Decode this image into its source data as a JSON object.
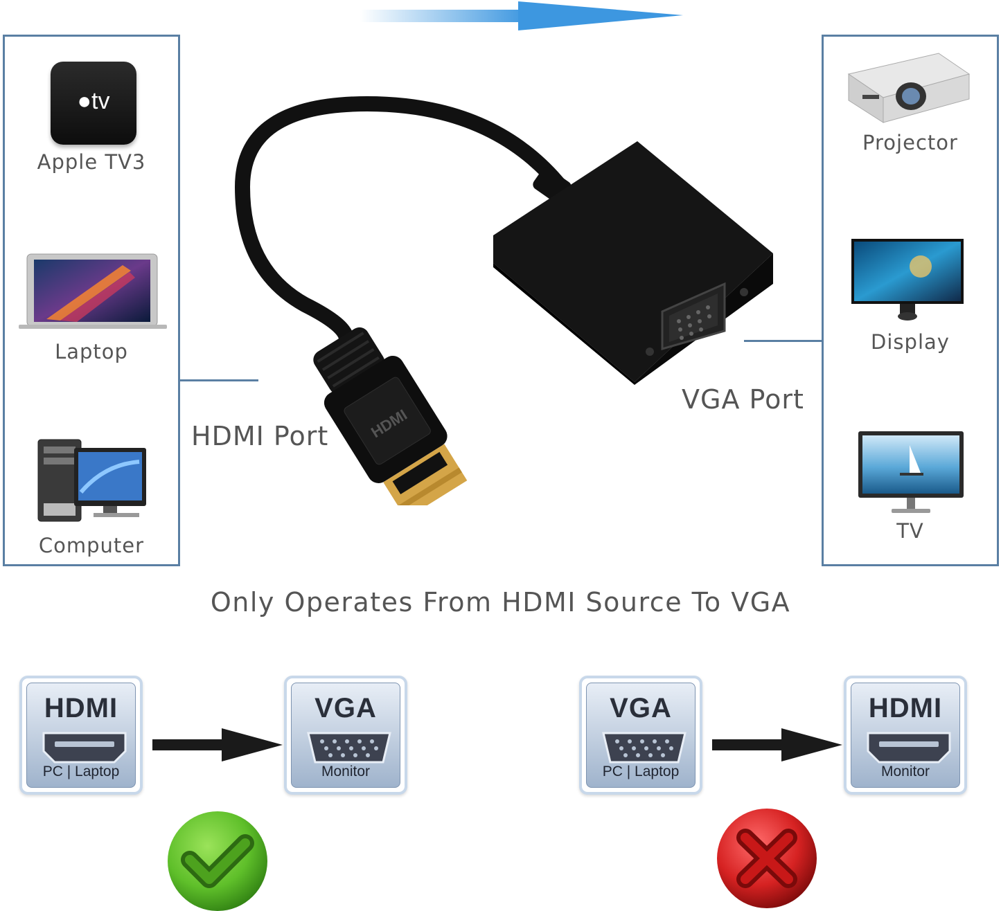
{
  "sources": {
    "items": [
      {
        "label": "Apple TV3",
        "logo_text": "tv"
      },
      {
        "label": "Laptop"
      },
      {
        "label": "Computer"
      }
    ],
    "port_label": "HDMI Port"
  },
  "displays": {
    "items": [
      {
        "label": "Projector"
      },
      {
        "label": "Display"
      },
      {
        "label": "TV"
      }
    ],
    "port_label": "VGA Port"
  },
  "caption": "Only Operates From HDMI Source To VGA",
  "adapter": {
    "hdmi_text": "HDMI"
  },
  "compatibility": [
    {
      "from": {
        "title": "HDMI",
        "sub": "PC | Laptop"
      },
      "to": {
        "title": "VGA",
        "sub": "Monitor"
      },
      "supported": true
    },
    {
      "from": {
        "title": "VGA",
        "sub": "PC | Laptop"
      },
      "to": {
        "title": "HDMI",
        "sub": "Monitor"
      },
      "supported": false
    }
  ],
  "colors": {
    "panel_border": "#5a7fa3",
    "arrow_blue": "#4a9ee0",
    "check_green": "#5fbf2a",
    "cross_red": "#d62222"
  }
}
